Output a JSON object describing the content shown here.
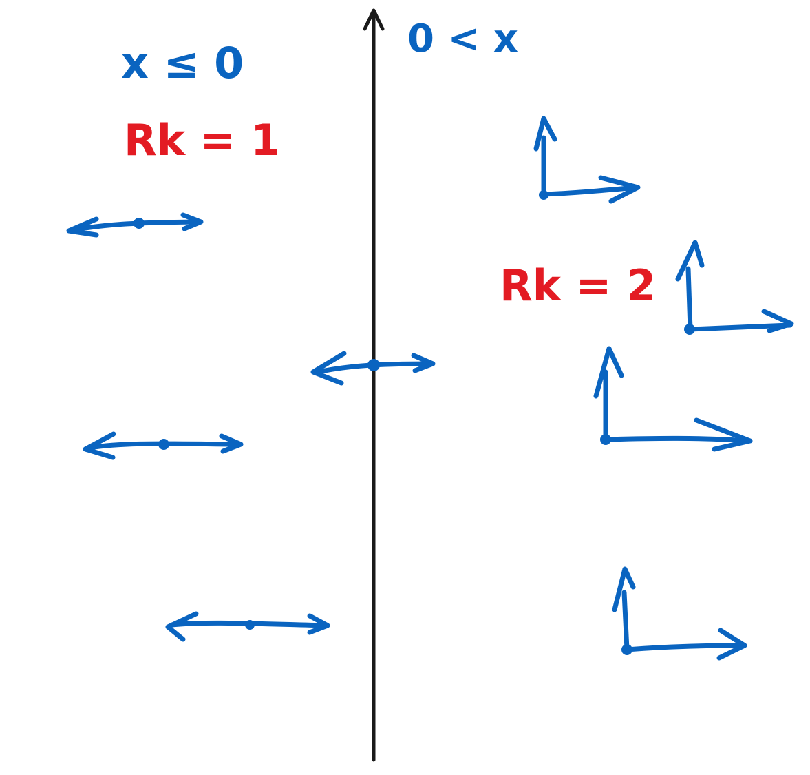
{
  "colors": {
    "blue": "#0a64c0",
    "red": "#e31b23",
    "black": "#1a1a1a",
    "background": "#ffffff"
  },
  "labels": {
    "left_condition": "x ≤ 0",
    "right_condition": "0 < x",
    "left_rank": "Rk = 1",
    "right_rank": "Rk = 2"
  },
  "left_region": {
    "vector_count": 4,
    "glyph": "double-headed horizontal arrow with base point"
  },
  "right_region": {
    "vector_count": 4,
    "glyph": "pair of perpendicular arrows (up and right) from base point"
  }
}
